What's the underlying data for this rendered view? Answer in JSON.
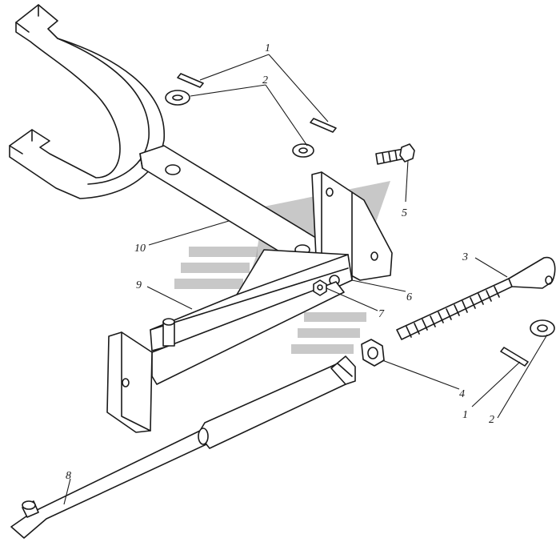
{
  "colors": {
    "line": "#1a1a1a",
    "background": "#ffffff",
    "watermark": "#9a9a9a"
  },
  "callouts": [
    {
      "id": "c1a",
      "label": "1"
    },
    {
      "id": "c2a",
      "label": "2"
    },
    {
      "id": "c5",
      "label": "5"
    },
    {
      "id": "c10",
      "label": "10"
    },
    {
      "id": "c3",
      "label": "3"
    },
    {
      "id": "c9",
      "label": "9"
    },
    {
      "id": "c6",
      "label": "6"
    },
    {
      "id": "c7",
      "label": "7"
    },
    {
      "id": "c4",
      "label": "4"
    },
    {
      "id": "c1b",
      "label": "1"
    },
    {
      "id": "c2b",
      "label": "2"
    },
    {
      "id": "c8",
      "label": "8"
    }
  ]
}
